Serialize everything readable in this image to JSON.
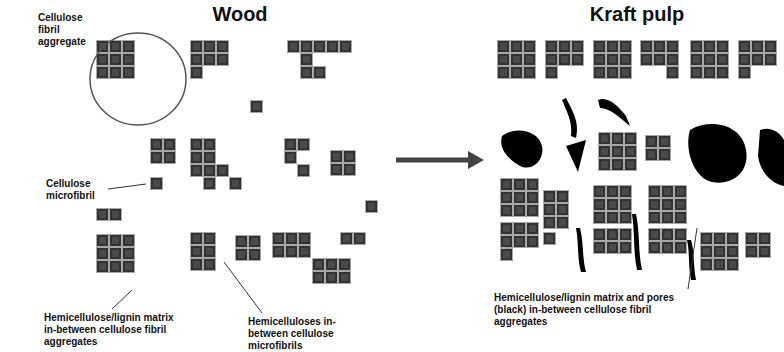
{
  "diagram": {
    "nodes": [
      {
        "text": [
          "Wood"
        ]
      },
      {
        "text": [
          "Kraft pulp"
        ]
      }
    ],
    "edges": [
      {
        "from": 0,
        "to": 1,
        "arrow": "to"
      }
    ],
    "labels": [
      "Cellulose fibril aggregate",
      "Cellulose microfibril",
      "Hemicellulose/lignin matrix in-between cellulose fibril aggregates",
      "Hemicelluloses in-between cellulose microfibrils",
      "Hemicellulose/lignin matrix and pores (black) in-between cellulose fibril aggregates"
    ]
  }
}
